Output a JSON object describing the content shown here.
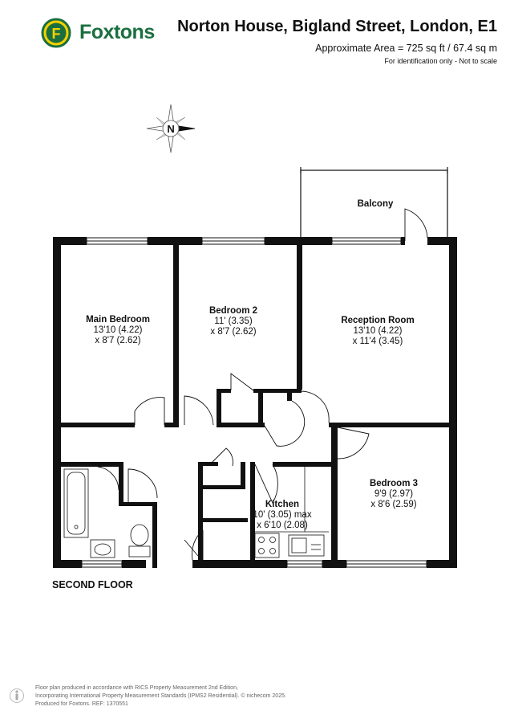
{
  "brand": {
    "name": "Foxtons",
    "color": "#1b6f3f",
    "accent": "#f4d000"
  },
  "header": {
    "title": "Norton House, Bigland Street, London, E1",
    "area": "Approximate Area = 725 sq ft / 67.4 sq m",
    "disclaimer": "For identification only - Not to scale"
  },
  "compass": {
    "label": "N",
    "icon": "compass-rose-icon"
  },
  "rooms": {
    "balcony": {
      "name": "Balcony"
    },
    "main_bedroom": {
      "name": "Main Bedroom",
      "dim1": "13'10 (4.22)",
      "dim2": "x 8'7 (2.62)"
    },
    "bedroom2": {
      "name": "Bedroom 2",
      "dim1": "11' (3.35)",
      "dim2": "x 8'7 (2.62)"
    },
    "reception": {
      "name": "Reception Room",
      "dim1": "13'10 (4.22)",
      "dim2": "x 11'4 (3.45)"
    },
    "bedroom3": {
      "name": "Bedroom 3",
      "dim1": "9'9 (2.97)",
      "dim2": "x 8'6 (2.59)"
    },
    "kitchen": {
      "name": "Kitchen",
      "dim1": "10' (3.05) max",
      "dim2": "x 6'10 (2.08)"
    }
  },
  "floor_label": "SECOND FLOOR",
  "footer": {
    "line1": "Floor plan produced in accordance with RICS Property Measurement 2nd Edition,",
    "line2": "Incorporating International Property Measurement Standards (IPMS2 Residential).   © nichecom 2025.",
    "line3": "Produced for Foxtons.   REF:  1370551"
  }
}
